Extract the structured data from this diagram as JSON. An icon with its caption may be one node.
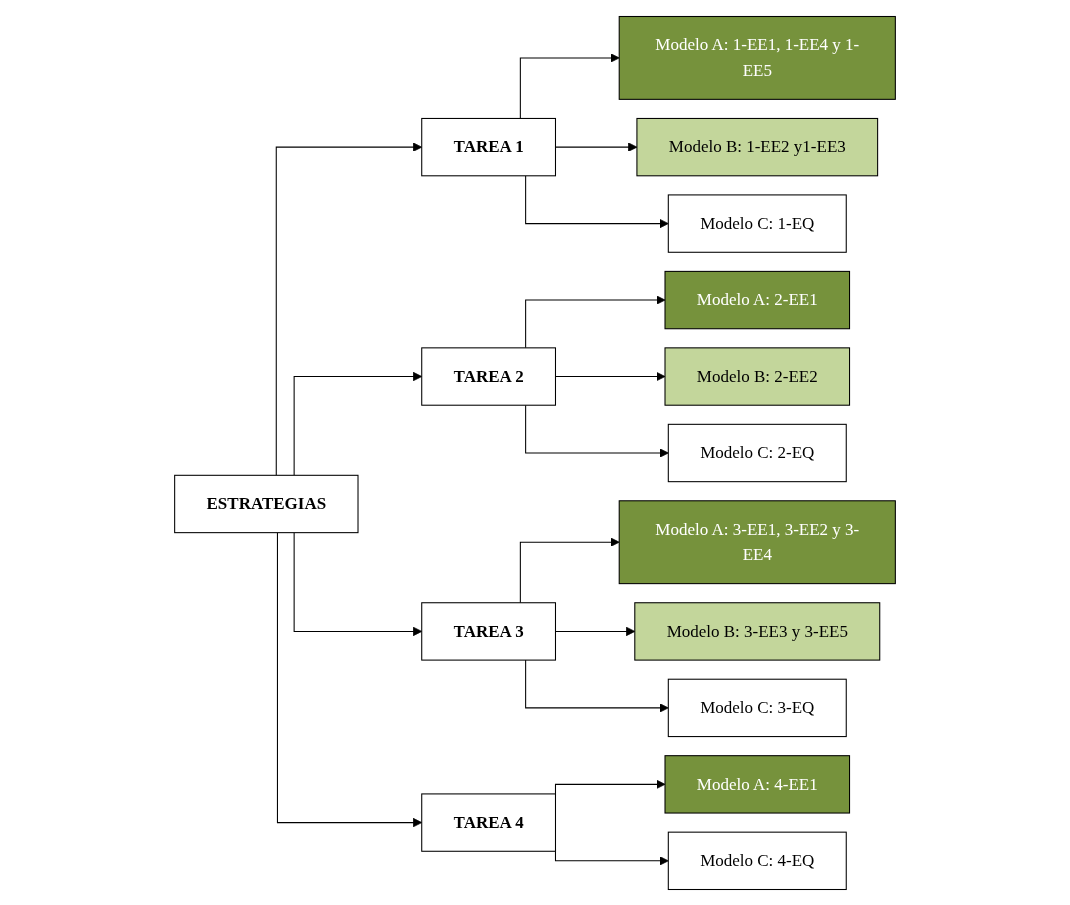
{
  "diagram": {
    "nodes": [
      {
        "text": [
          "ESTRATEGIAS"
        ]
      },
      {
        "text": [
          "TAREA 1"
        ]
      },
      {
        "text": [
          "Modelo A: 1-EE1, 1-EE4 y 1-EE5"
        ]
      },
      {
        "text": [
          "Modelo B: 1-EE2 y1-EE3"
        ]
      },
      {
        "text": [
          "Modelo C: 1-EQ"
        ]
      },
      {
        "text": [
          "TAREA 2"
        ]
      },
      {
        "text": [
          "Modelo A: 2-EE1"
        ]
      },
      {
        "text": [
          "Modelo B: 2-EE2"
        ]
      },
      {
        "text": [
          "Modelo C: 2-EQ"
        ]
      },
      {
        "text": [
          "TAREA 3"
        ]
      },
      {
        "text": [
          "Modelo A: 3-EE1, 3-EE2 y 3-EE4"
        ]
      },
      {
        "text": [
          "Modelo B: 3-EE3 y 3-EE5"
        ]
      },
      {
        "text": [
          "Modelo C: 3-EQ"
        ]
      },
      {
        "text": [
          "TAREA 4"
        ]
      },
      {
        "text": [
          "Modelo A: 4-EE1"
        ]
      },
      {
        "text": [
          "Modelo C: 4-EQ"
        ]
      }
    ],
    "edges": [
      {
        "from": 0,
        "to": 1,
        "arrow": "to"
      },
      {
        "from": 0,
        "to": 5,
        "arrow": "to"
      },
      {
        "from": 0,
        "to": 9,
        "arrow": "to"
      },
      {
        "from": 0,
        "to": 13,
        "arrow": "to"
      },
      {
        "from": 1,
        "to": 2,
        "arrow": "to"
      },
      {
        "from": 1,
        "to": 3,
        "arrow": "to"
      },
      {
        "from": 1,
        "to": 4,
        "arrow": "to"
      },
      {
        "from": 5,
        "to": 6,
        "arrow": "to"
      },
      {
        "from": 5,
        "to": 7,
        "arrow": "to"
      },
      {
        "from": 5,
        "to": 8,
        "arrow": "to"
      },
      {
        "from": 9,
        "to": 10,
        "arrow": "to"
      },
      {
        "from": 9,
        "to": 11,
        "arrow": "to"
      },
      {
        "from": 9,
        "to": 12,
        "arrow": "to"
      },
      {
        "from": 13,
        "to": 14,
        "arrow": "to"
      },
      {
        "from": 13,
        "to": 15,
        "arrow": "to"
      }
    ]
  }
}
